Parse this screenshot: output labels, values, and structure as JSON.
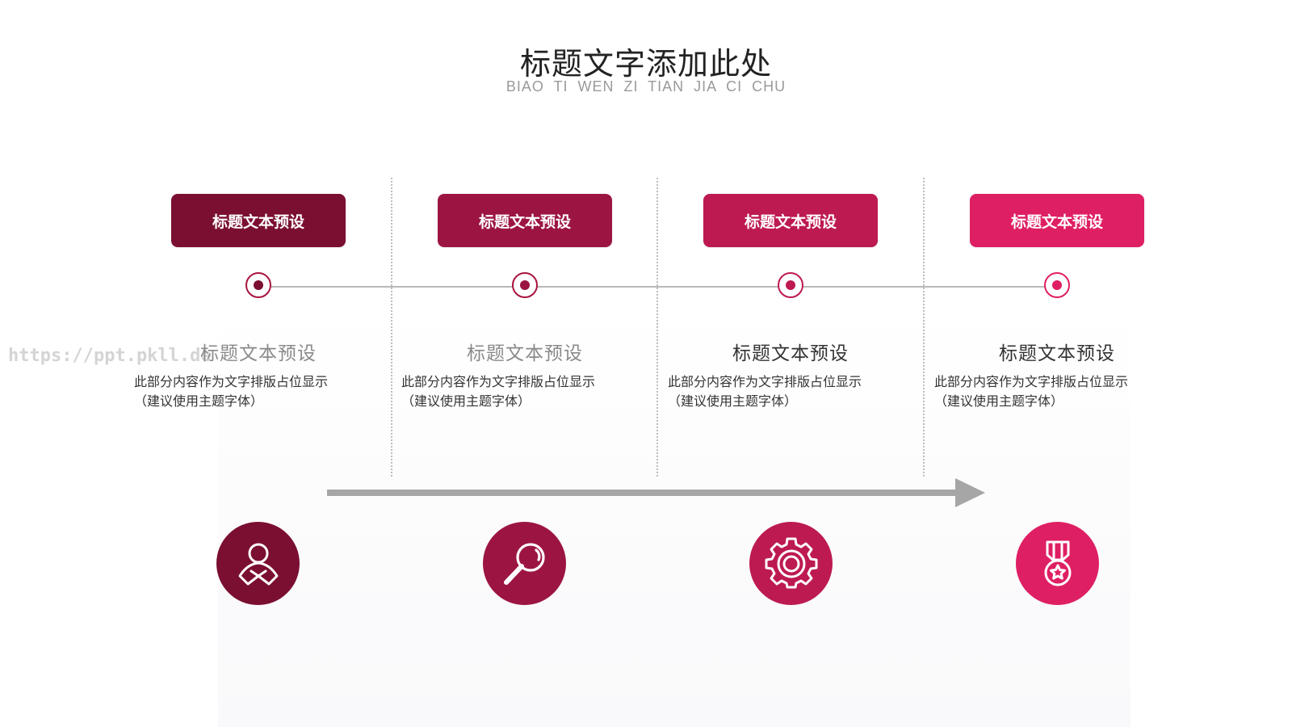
{
  "header": {
    "title": "标题文字添加此处",
    "subtitle": "BIAO TI WEN ZI TIAN JIA CI CHU"
  },
  "watermark": "https://ppt.pkll.de",
  "steps": [
    {
      "button_label": "标题文本预设",
      "title": "标题文本预设",
      "desc_line1": "此部分内容作为文字排版占位显示",
      "desc_line2": "（建议使用主题字体）",
      "icon": "user-icon",
      "color": "#7b0f31"
    },
    {
      "button_label": "标题文本预设",
      "title": "标题文本预设",
      "desc_line1": "此部分内容作为文字排版占位显示",
      "desc_line2": "（建议使用主题字体）",
      "icon": "search-icon",
      "color": "#9c1542"
    },
    {
      "button_label": "标题文本预设",
      "title": "标题文本预设",
      "desc_line1": "此部分内容作为文字排版占位显示",
      "desc_line2": "（建议使用主题字体）",
      "icon": "gear-icon",
      "color": "#bd1a52"
    },
    {
      "button_label": "标题文本预设",
      "title": "标题文本预设",
      "desc_line1": "此部分内容作为文字排版占位显示",
      "desc_line2": "（建议使用主题字体）",
      "icon": "medal-icon",
      "color": "#df1f64"
    }
  ],
  "colors": {
    "node_accent": "#a8143f",
    "arrow": "#a6a6a6",
    "step_title_muted": "#8a8a8a",
    "step_title_dark": "#333333"
  }
}
